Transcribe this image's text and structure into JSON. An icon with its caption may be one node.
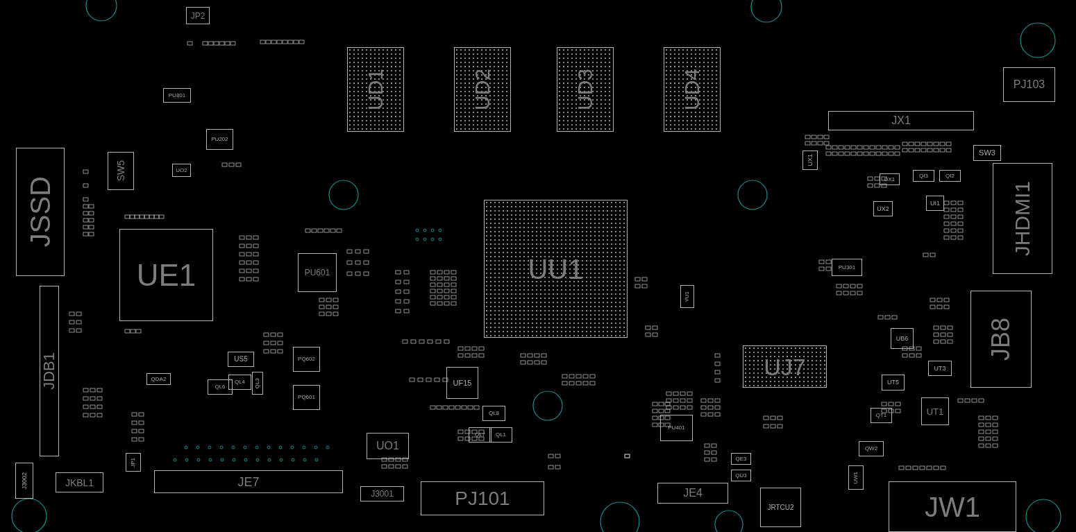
{
  "diagram": {
    "nodes": [
      {
        "text": [
          "JP2"
        ]
      },
      {
        "text": [
          "PU801"
        ]
      },
      {
        "text": [
          "PU202"
        ]
      },
      {
        "text": [
          "UD1"
        ]
      },
      {
        "text": [
          "UD2"
        ]
      },
      {
        "text": [
          "UD3"
        ]
      },
      {
        "text": [
          "UD4"
        ]
      },
      {
        "text": [
          "PJ103"
        ]
      },
      {
        "text": [
          "JX1"
        ]
      },
      {
        "text": [
          "UX1"
        ]
      },
      {
        "text": [
          "SW3"
        ]
      },
      {
        "text": [
          "JSSD"
        ]
      },
      {
        "text": [
          "SW5"
        ]
      },
      {
        "text": [
          "UO2"
        ]
      },
      {
        "text": [
          "DX1"
        ]
      },
      {
        "text": [
          "QI3"
        ]
      },
      {
        "text": [
          "QI2"
        ]
      },
      {
        "text": [
          "JHDMI1"
        ]
      },
      {
        "text": [
          "UX2"
        ]
      },
      {
        "text": [
          "UI1"
        ]
      },
      {
        "text": [
          "UE1"
        ]
      },
      {
        "text": [
          "PU601"
        ]
      },
      {
        "text": [
          "UU1"
        ]
      },
      {
        "text": [
          "PU301"
        ]
      },
      {
        "text": [
          "YU1"
        ]
      },
      {
        "text": [
          "JDB1"
        ]
      },
      {
        "text": [
          "JB8"
        ]
      },
      {
        "text": [
          "UJ7"
        ]
      },
      {
        "text": [
          "UB6"
        ]
      },
      {
        "text": [
          "US5"
        ]
      },
      {
        "text": [
          "PQ602"
        ]
      },
      {
        "text": [
          "UT3"
        ]
      },
      {
        "text": [
          "UF15"
        ]
      },
      {
        "text": [
          "QDA2"
        ]
      },
      {
        "text": [
          "QL4"
        ]
      },
      {
        "text": [
          "QL3"
        ]
      },
      {
        "text": [
          "UT5"
        ]
      },
      {
        "text": [
          "QL6"
        ]
      },
      {
        "text": [
          "PQ601"
        ]
      },
      {
        "text": [
          "QL8"
        ]
      },
      {
        "text": [
          "QT1"
        ]
      },
      {
        "text": [
          "UT1"
        ]
      },
      {
        "text": [
          "PU401"
        ]
      },
      {
        "text": [
          "QL7"
        ]
      },
      {
        "text": [
          "QL1"
        ]
      },
      {
        "text": [
          "UO1"
        ]
      },
      {
        "text": [
          "QW2"
        ]
      },
      {
        "text": [
          "JP1"
        ]
      },
      {
        "text": [
          "QE3"
        ]
      },
      {
        "text": [
          "J3002"
        ]
      },
      {
        "text": [
          "QU3"
        ]
      },
      {
        "text": [
          "UW1"
        ]
      },
      {
        "text": [
          "JE7"
        ]
      },
      {
        "text": [
          "JKBL1"
        ]
      },
      {
        "text": [
          "PJ101"
        ]
      },
      {
        "text": [
          "JE4"
        ]
      },
      {
        "text": [
          "J3001"
        ]
      },
      {
        "text": [
          "JW1"
        ]
      },
      {
        "text": [
          "JRTCU2"
        ]
      }
    ]
  }
}
